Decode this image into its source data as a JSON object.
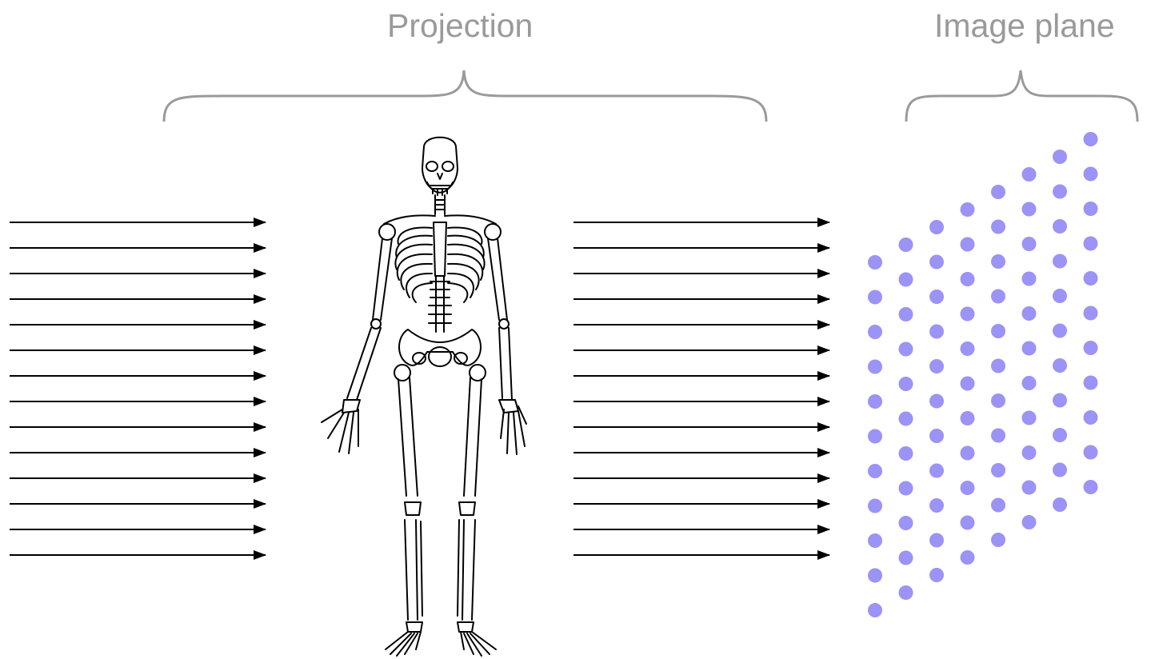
{
  "labels": {
    "projection": "Projection",
    "image_plane": "Image plane"
  },
  "colors": {
    "label_text": "#9a9a9a",
    "brace": "#9a9a9a",
    "arrow": "#000000",
    "dot": "#9b93f5"
  },
  "rays": {
    "count_per_side": 14
  },
  "image_plane": {
    "columns": 8,
    "dots_per_column": [
      11,
      11,
      11,
      11,
      11,
      11,
      11,
      11
    ]
  },
  "icons": {
    "subject": "skeleton-icon",
    "ray": "arrow-right-icon",
    "detector": "dot-icon"
  }
}
